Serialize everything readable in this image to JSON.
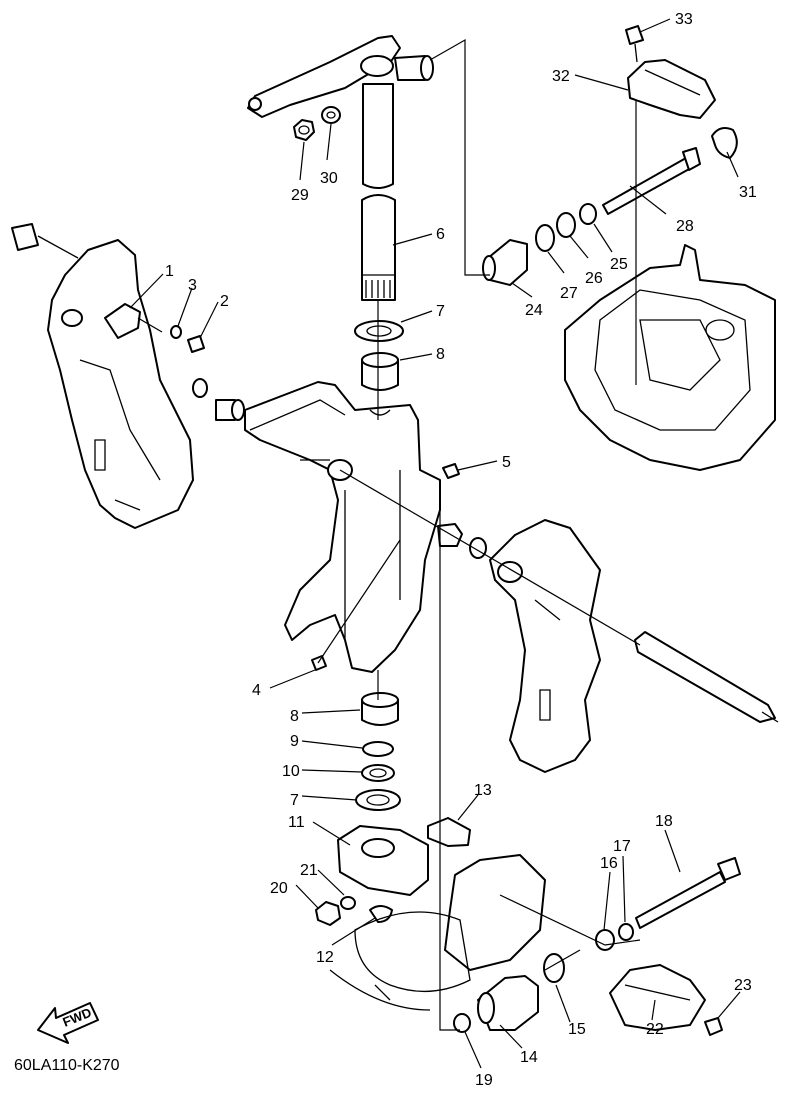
{
  "diagram_code": "60LA110-K270",
  "fwd_label": "FWD",
  "callouts": [
    "1",
    "2",
    "3",
    "4",
    "5",
    "6",
    "7",
    "8",
    "9",
    "10",
    "11",
    "12",
    "13",
    "14",
    "15",
    "16",
    "17",
    "18",
    "19",
    "20",
    "21",
    "22",
    "23",
    "24",
    "25",
    "26",
    "27",
    "28",
    "29",
    "30",
    "31",
    "32",
    "33",
    "7",
    "8"
  ]
}
